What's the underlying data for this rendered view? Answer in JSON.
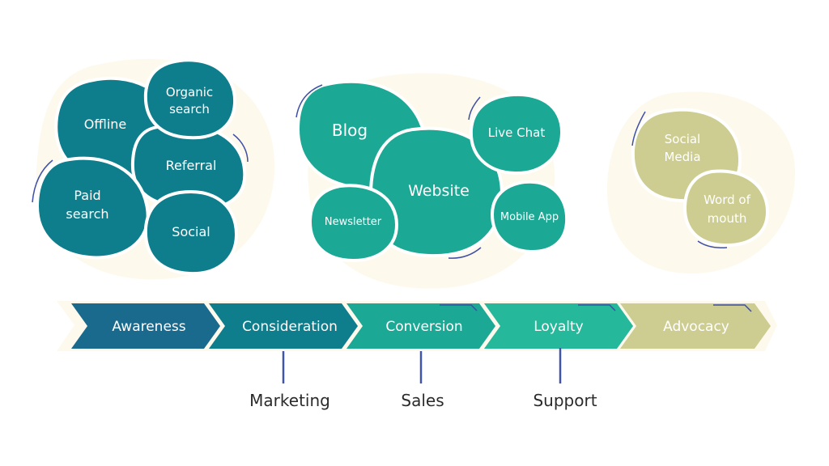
{
  "colors": {
    "awareness": "#1a6a8e",
    "consideration": "#0e7d8c",
    "conversion": "#1ba895",
    "loyalty": "#26b89a",
    "advocacy": "#cdcd91",
    "background_blob": "#fdf9ec",
    "accent_stroke": "#3e4fa8",
    "department_text": "#2b2b2b"
  },
  "clusters": [
    {
      "stage": "Consideration",
      "channels": [
        {
          "label_lines": [
            "Offline"
          ]
        },
        {
          "label_lines": [
            "Organic",
            "search"
          ]
        },
        {
          "label_lines": [
            "Referral"
          ]
        },
        {
          "label_lines": [
            "Paid",
            "search"
          ]
        },
        {
          "label_lines": [
            "Social"
          ]
        }
      ]
    },
    {
      "stage": "Conversion",
      "channels": [
        {
          "label_lines": [
            "Blog"
          ]
        },
        {
          "label_lines": [
            "Live Chat"
          ]
        },
        {
          "label_lines": [
            "Website"
          ]
        },
        {
          "label_lines": [
            "Newsletter"
          ]
        },
        {
          "label_lines": [
            "Mobile App"
          ]
        }
      ]
    },
    {
      "stage": "Advocacy",
      "channels": [
        {
          "label_lines": [
            "Social",
            "Media"
          ]
        },
        {
          "label_lines": [
            "Word of",
            "mouth"
          ]
        }
      ]
    }
  ],
  "stages": [
    {
      "label": "Awareness"
    },
    {
      "label": "Consideration"
    },
    {
      "label": "Conversion"
    },
    {
      "label": "Loyalty"
    },
    {
      "label": "Advocacy"
    }
  ],
  "departments": [
    {
      "label": "Marketing",
      "stage": "Consideration"
    },
    {
      "label": "Sales",
      "stage": "Conversion"
    },
    {
      "label": "Support",
      "stage": "Loyalty"
    }
  ]
}
